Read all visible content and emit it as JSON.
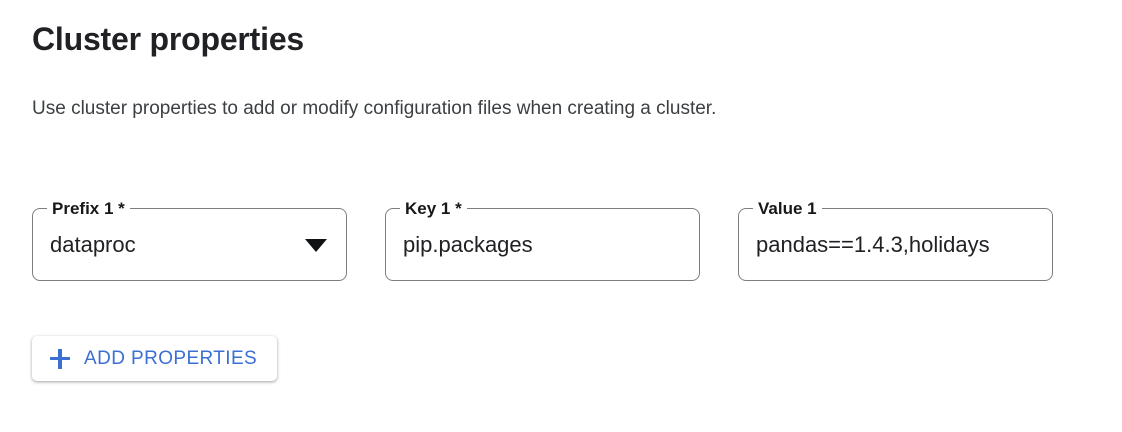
{
  "header": {
    "title": "Cluster properties",
    "description": "Use cluster properties to add or modify configuration files when creating a cluster."
  },
  "form": {
    "fields": [
      {
        "label": "Prefix 1 *",
        "value": "dataproc",
        "type": "select",
        "required": true,
        "icon": "chevron-down-icon",
        "name": "prefix-1"
      },
      {
        "label": "Key 1 *",
        "value": "pip.packages",
        "type": "text",
        "required": true,
        "name": "key-1"
      },
      {
        "label": "Value 1",
        "value": "pandas==1.4.3,holidays",
        "type": "text",
        "required": false,
        "name": "value-1",
        "clipped": true
      }
    ]
  },
  "actions": {
    "add_properties_label": "ADD PROPERTIES",
    "add_properties_icon": "plus-icon"
  },
  "colors": {
    "accent_blue": "#3b6fd4",
    "text_primary": "#202124",
    "text_secondary": "#3c4043",
    "field_border": "#7b7f84",
    "background": "#ffffff"
  }
}
